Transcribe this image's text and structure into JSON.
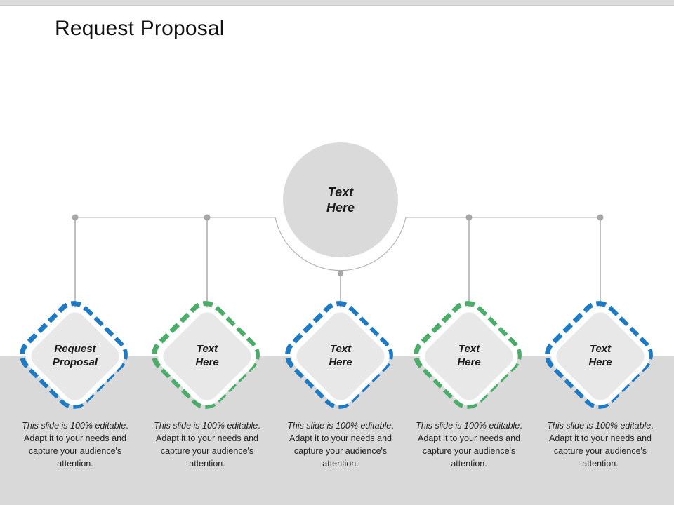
{
  "slide": {
    "title": "Request Proposal",
    "background_color": "#ffffff",
    "band_color": "#d9d9d9",
    "accent_blue": "#1f7ac4",
    "accent_green": "#4cad6b"
  },
  "hub": {
    "name": "center-hub",
    "line1": "Text",
    "line2": "Here",
    "fill_color": "#dadada"
  },
  "caption_text": {
    "emphasis": "This slide is 100% editable",
    "rest": ". Adapt it to your needs and capture your audience's attention."
  },
  "nodes": [
    {
      "id": "node-1",
      "color": "blue",
      "color_hex": "#1f7ac4",
      "line1": "Request",
      "line2": "Proposal",
      "caption_emphasis": "This slide is 100% editable",
      "caption_rest": ". Adapt it to your needs and capture your audience's attention."
    },
    {
      "id": "node-2",
      "color": "green",
      "color_hex": "#4cad6b",
      "line1": "Text",
      "line2": "Here",
      "caption_emphasis": "This slide is 100% editable",
      "caption_rest": ". Adapt it to your needs and capture your audience's attention."
    },
    {
      "id": "node-3",
      "color": "blue",
      "color_hex": "#1f7ac4",
      "line1": "Text",
      "line2": "Here",
      "caption_emphasis": "This slide is 100% editable",
      "caption_rest": ". Adapt it to your needs and capture your audience's attention."
    },
    {
      "id": "node-4",
      "color": "green",
      "color_hex": "#4cad6b",
      "line1": "Text",
      "line2": "Here",
      "caption_emphasis": "This slide is 100% editable",
      "caption_rest": ". Adapt it to your needs and capture your audience's attention."
    },
    {
      "id": "node-5",
      "color": "blue",
      "color_hex": "#1f7ac4",
      "line1": "Text",
      "line2": "Here",
      "caption_emphasis": "This slide is 100% editable",
      "caption_rest": ". Adapt it to your needs and capture your audience's attention."
    }
  ],
  "connectors": {
    "line_color": "#b0b0b0",
    "dot_color": "#a6a6a6",
    "branch_x": [
      107,
      295,
      485,
      668,
      855
    ]
  }
}
